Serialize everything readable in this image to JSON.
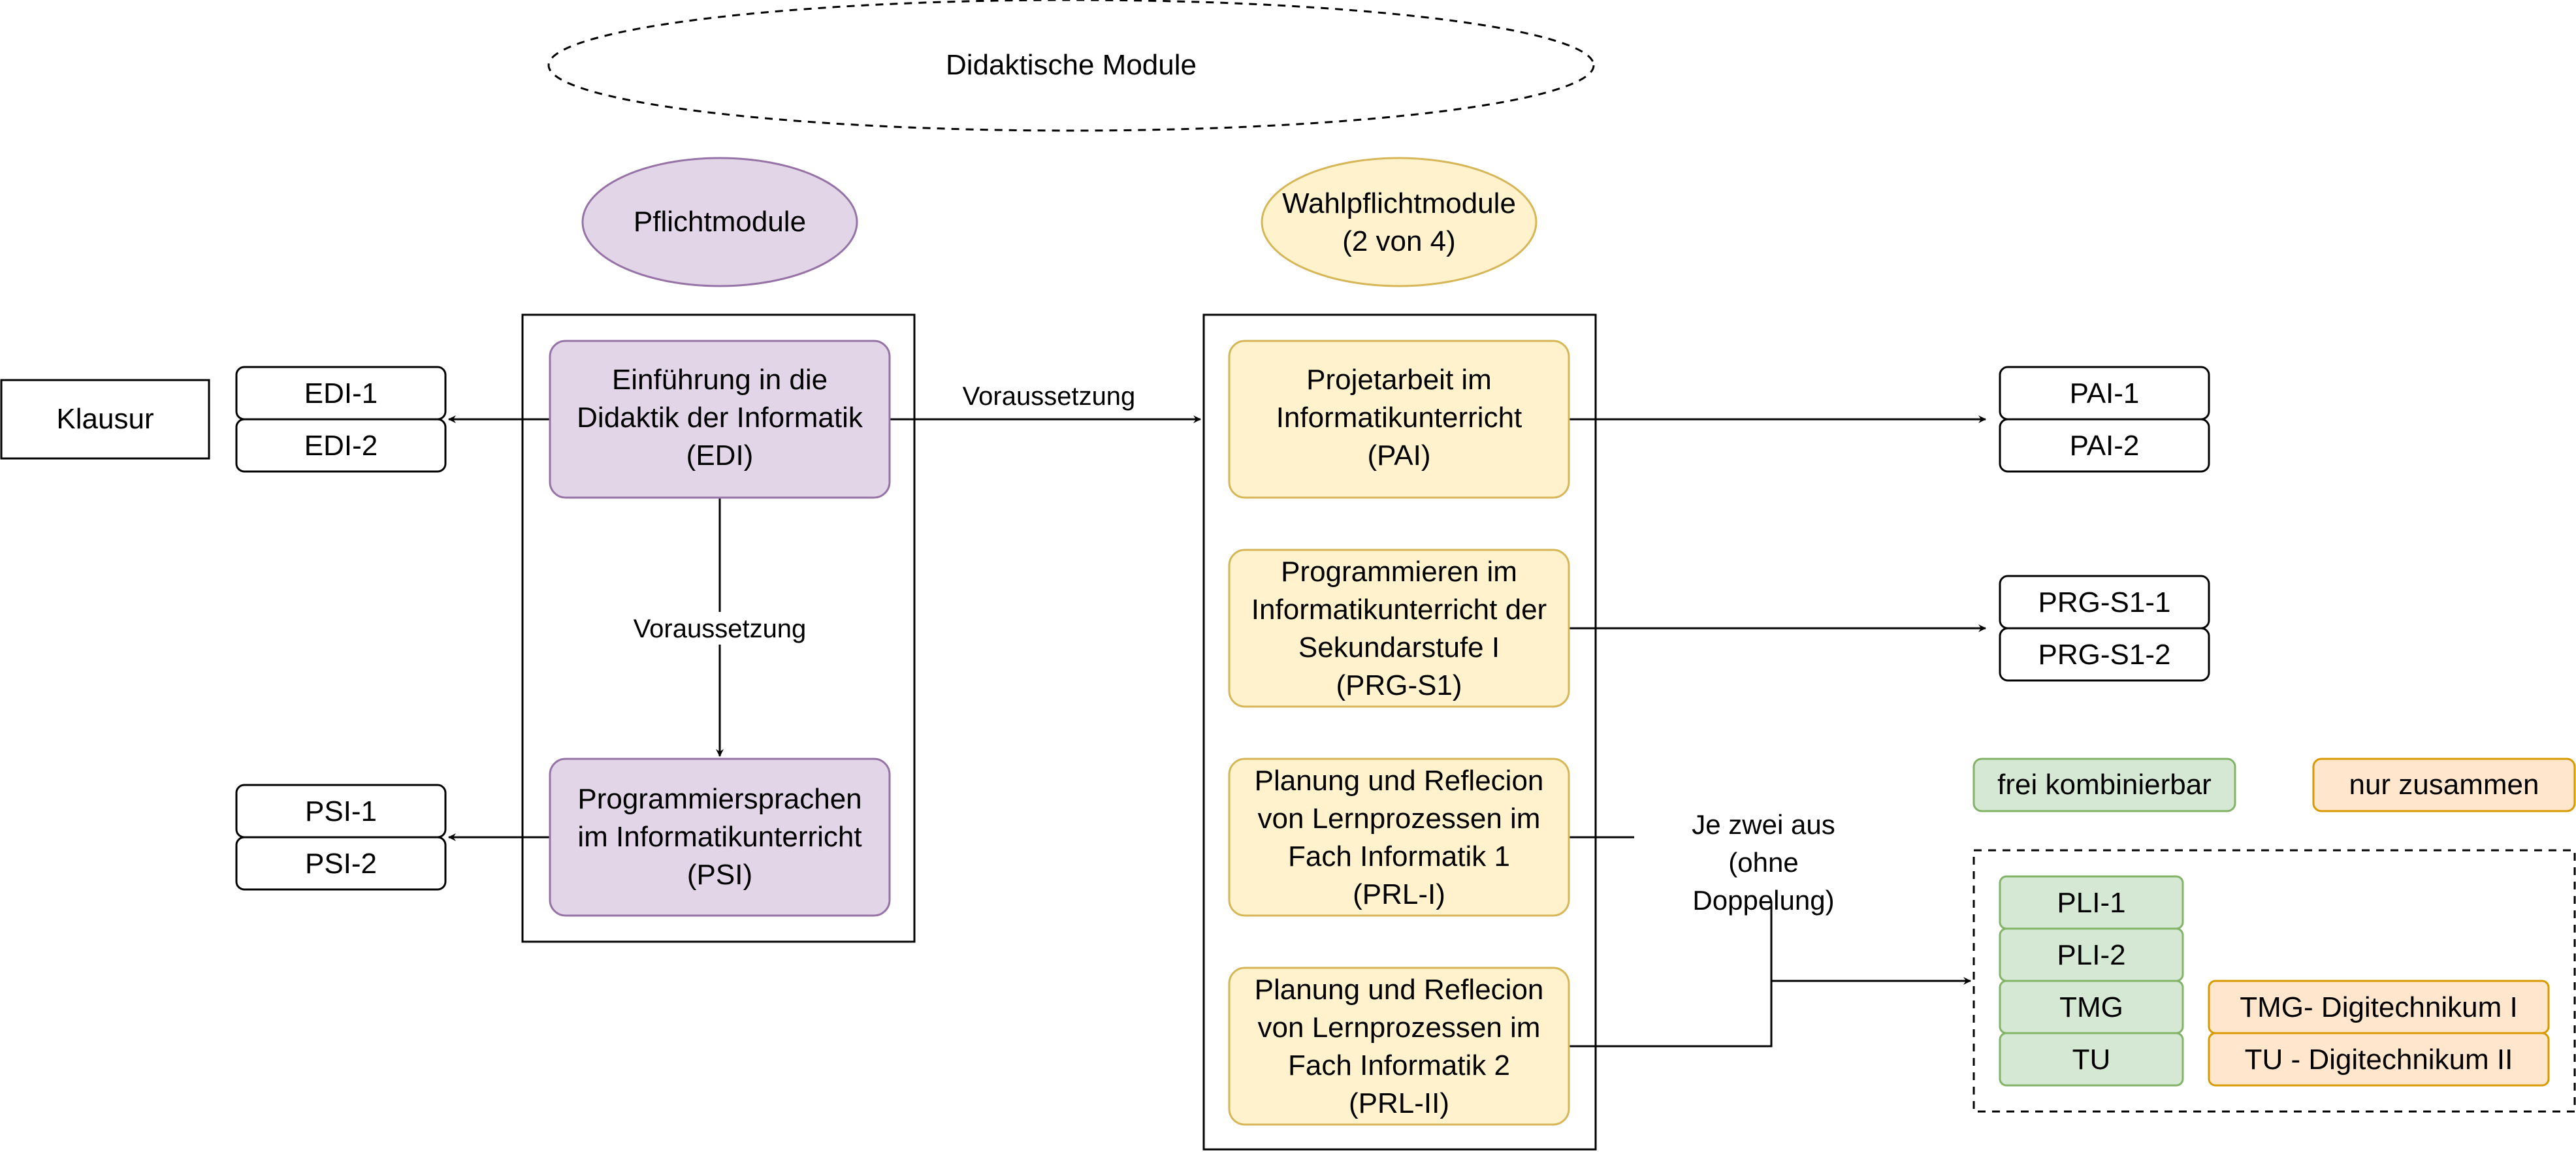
{
  "title": "Didaktische Module",
  "categories": {
    "mandatory": "Pflichtmodule",
    "elective": [
      "Wahlpflichtmodule",
      "(2 von 4)"
    ]
  },
  "exam": "Klausur",
  "mandatory_modules": {
    "edi": [
      "Einführung in die",
      "Didaktik der Informatik",
      "(EDI)"
    ],
    "psi": [
      "Programmiersprachen",
      "im Informatikunterricht",
      "(PSI)"
    ]
  },
  "elective_modules": {
    "pai": [
      "Projetarbeit im",
      "Informatikunterricht",
      "(PAI)"
    ],
    "prg": [
      "Programmieren im",
      "Informatikunterricht der",
      "Sekundarstufe I",
      "(PRG-S1)"
    ],
    "prl1": [
      "Planung und Reflecion",
      "von Lernprozessen im",
      "Fach Informatik 1",
      "(PRL-I)"
    ],
    "prl2": [
      "Planung und Reflecion",
      "von Lernprozessen im",
      "Fach Informatik 2",
      "(PRL-II)"
    ]
  },
  "parts": {
    "edi": [
      "EDI-1",
      "EDI-2"
    ],
    "psi": [
      "PSI-1",
      "PSI-2"
    ],
    "pai": [
      "PAI-1",
      "PAI-2"
    ],
    "prg": [
      "PRG-S1-1",
      "PRG-S1-2"
    ],
    "pli": [
      "PLI-1",
      "PLI-2",
      "TMG",
      "TU"
    ],
    "digi": [
      "TMG- Digitechnikum I",
      "TU - Digitechnikum II"
    ]
  },
  "edges": {
    "prerequisite_horizontal": "Voraussetzung",
    "prerequisite_vertical": "Voraussetzung",
    "choose_two": [
      "Je zwei aus",
      "(ohne",
      "Doppelung)"
    ]
  },
  "legend": {
    "free": "frei kombinierbar",
    "together": "nur zusammen"
  },
  "colors": {
    "purple_fill": "#E1D5E7",
    "purple_stroke": "#9673A6",
    "yellow_fill": "#FFF2CC",
    "yellow_stroke": "#D6B656",
    "green_fill": "#D5E8D4",
    "green_stroke": "#82B366",
    "orange_fill": "#FFE6CC",
    "orange_stroke": "#D79B00"
  }
}
